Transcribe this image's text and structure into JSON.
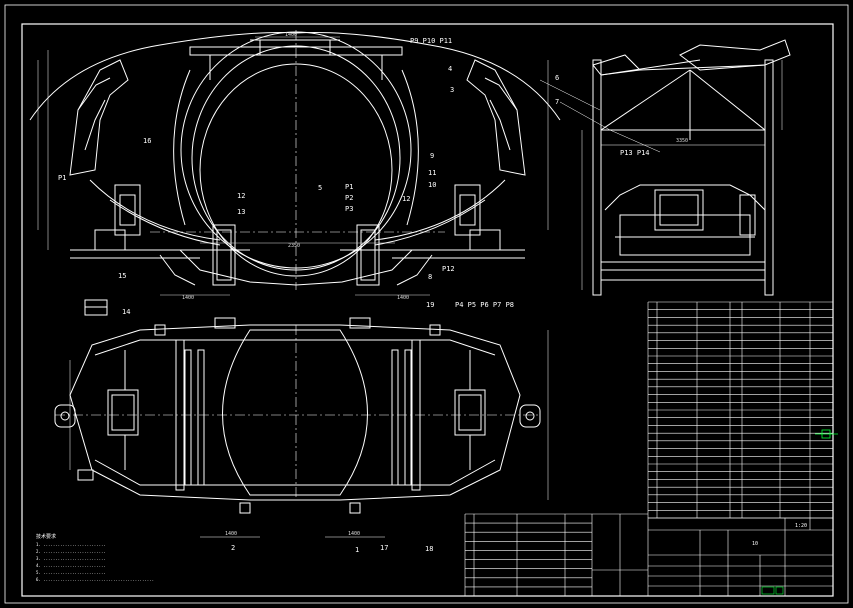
{
  "colors": {
    "background": "#000000",
    "line": "#ffffff",
    "dim": "#dddddd",
    "accent_green": "#00ff33"
  },
  "labels": {
    "top_center": "P9 P10 P11",
    "left_front": [
      "P1",
      "16",
      "12",
      "13",
      "15"
    ],
    "mid_front": [
      "5",
      "P1",
      "P2",
      "P3",
      "12",
      "11",
      "10",
      "9",
      "8",
      "P12"
    ],
    "top_right_front": [
      "4",
      "3"
    ],
    "side_view": [
      "6",
      "7",
      "P13 P14"
    ],
    "plan_view": [
      "P4 P5 P6 P7 P8",
      "19",
      "17",
      "18",
      "2",
      "1"
    ],
    "small_part": "14"
  },
  "dims": {
    "top_width": "1400",
    "front_left_bottom": "1400",
    "front_right_bottom": "1400",
    "front_center_bottom": "2350",
    "side_width": "3350",
    "plan_left": "1400",
    "plan_right": "1400"
  },
  "notes_title": "技术要求",
  "notes": [
    "1. ..........................",
    "2. ..........................",
    "3. ..........................",
    "4. ..........................",
    "5. ..........................",
    "6. .............................................."
  ],
  "bom_right_rows": 28,
  "bom_bottom_rows": 8,
  "title_block": {
    "drawing_no": "10",
    "scale": "1:20"
  }
}
